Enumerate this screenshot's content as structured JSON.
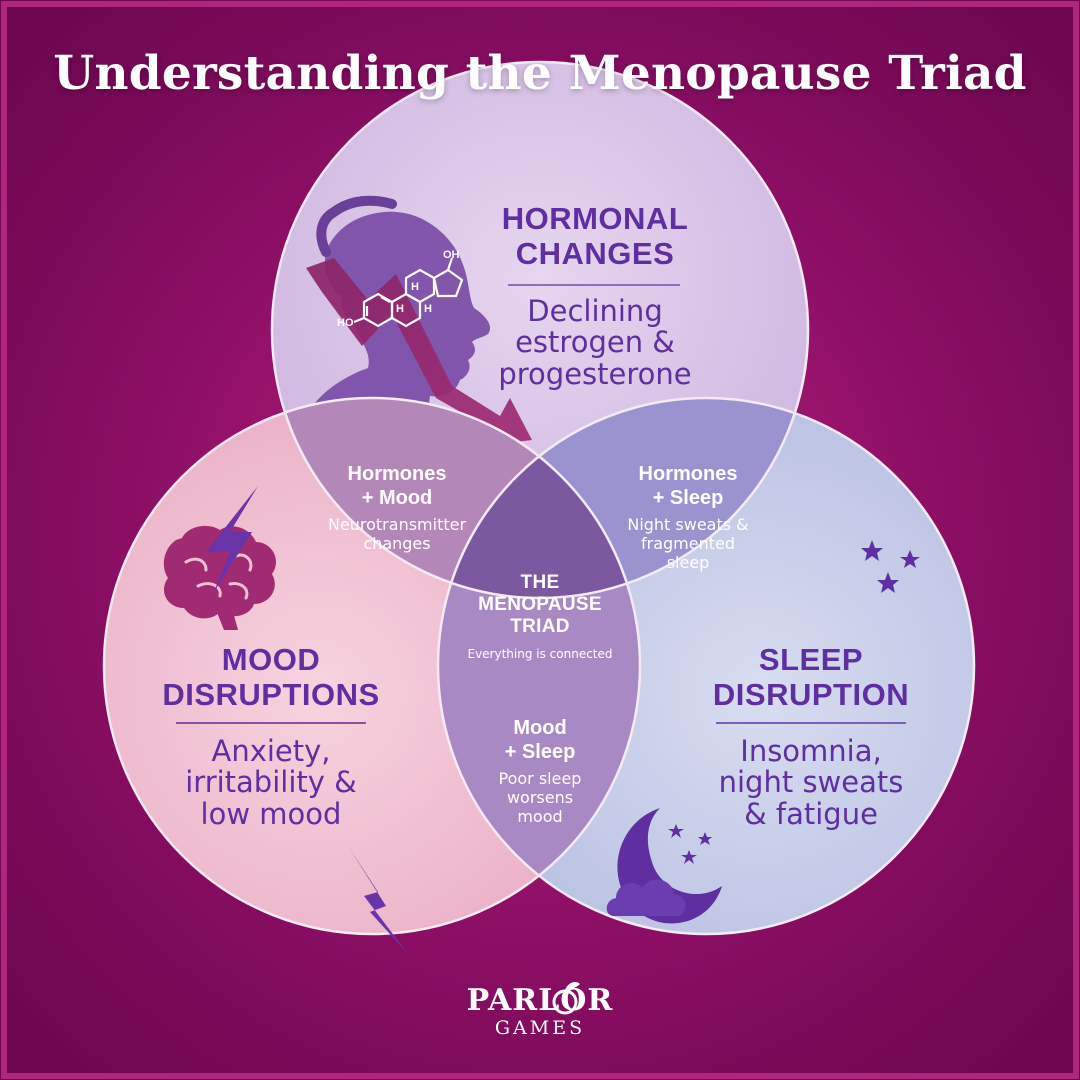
{
  "title": "Understanding the Menopause Triad",
  "colors": {
    "background": "#7a0a57",
    "hormonal_circle": "#d8c3e6",
    "mood_circle": "#f0bfd2",
    "sleep_circle": "#c7cde8",
    "accent_purple": "#5f2ea0"
  },
  "circles": {
    "hormonal": {
      "title_line1": "HORMONAL",
      "title_line2": "CHANGES",
      "desc_line1": "Declining",
      "desc_line2": "estrogen &",
      "desc_line3": "progesterone"
    },
    "mood": {
      "title_line1": "MOOD",
      "title_line2": "DISRUPTIONS",
      "desc_line1": "Anxiety,",
      "desc_line2": "irritability &",
      "desc_line3": "low mood"
    },
    "sleep": {
      "title_line1": "SLEEP",
      "title_line2": "DISRUPTION",
      "desc_line1": "Insomnia,",
      "desc_line2": "night sweats",
      "desc_line3": "& fatigue"
    }
  },
  "overlaps": {
    "hormones_mood": {
      "title_line1": "Hormones",
      "title_line2": "+ Mood",
      "desc_line1": "Neurotransmitter",
      "desc_line2": "changes"
    },
    "hormones_sleep": {
      "title_line1": "Hormones",
      "title_line2": "+ Sleep",
      "desc_line1": "Night sweats &",
      "desc_line2": "fragmented",
      "desc_line3": "sleep"
    },
    "mood_sleep": {
      "title_line1": "Mood",
      "title_line2": "+ Sleep",
      "desc_line1": "Poor sleep",
      "desc_line2": "worsens",
      "desc_line3": "mood"
    }
  },
  "center": {
    "title_line1": "THE",
    "title_line2": "MENOPAUSE",
    "title_line3": "TRIAD",
    "subtitle": "Everything is connected"
  },
  "molecule_labels": {
    "oh_top": "OH",
    "ho_left": "HO",
    "h1": "H",
    "h2": "H",
    "h3": "H"
  },
  "icons": {
    "head": "woman-profile-icon",
    "arrow": "declining-arrow-icon",
    "molecule": "estrogen-molecule-icon",
    "brain": "brain-icon",
    "lightning": "lightning-bolt-icon",
    "moon": "crescent-moon-icon",
    "cloud": "cloud-icon",
    "stars": "star-icon"
  },
  "brand": {
    "line1": "PARLOR",
    "line2": "GAMES"
  }
}
